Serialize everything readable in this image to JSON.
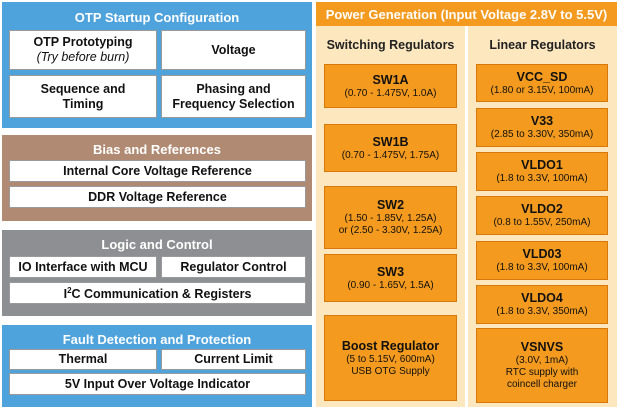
{
  "otp": {
    "title": "OTP Startup Configuration",
    "prototyping": "OTP Prototyping",
    "prototyping_sub": "(Try before burn)",
    "voltage": "Voltage",
    "sequence_line1": "Sequence and",
    "sequence_line2": "Timing",
    "phasing_line1": "Phasing and",
    "phasing_line2": "Frequency Selection"
  },
  "bias": {
    "title": "Bias and References",
    "internal": "Internal Core Voltage Reference",
    "ddr": "DDR Voltage Reference"
  },
  "logic": {
    "title": "Logic and Control",
    "io": "IO Interface with MCU",
    "regulator": "Regulator Control",
    "i2c_pre": "I",
    "i2c_sup": "2",
    "i2c_post": "C Communication & Registers"
  },
  "fault": {
    "title": "Fault Detection and Protection",
    "thermal": "Thermal",
    "current": "Current Limit",
    "overvoltage": "5V Input Over Voltage Indicator"
  },
  "power": {
    "title": "Power Generation (Input Voltage 2.8V to 5.5V)",
    "switching_header": "Switching Regulators",
    "linear_header": "Linear Regulators",
    "switching": [
      {
        "name": "SW1A",
        "lines": [
          "(0.70 - 1.475V, 1.0A)"
        ]
      },
      {
        "name": "SW1B",
        "lines": [
          "(0.70 - 1.475V, 1.75A)"
        ]
      },
      {
        "name": "SW2",
        "lines": [
          "(1.50 - 1.85V, 1.25A)",
          "or (2.50 - 3.30V, 1.25A)"
        ]
      },
      {
        "name": "SW3",
        "lines": [
          "(0.90 - 1.65V, 1.5A)"
        ]
      },
      {
        "name": "Boost Regulator",
        "lines": [
          "(5 to 5.15V, 600mA)",
          "USB OTG Supply"
        ]
      }
    ],
    "linear": [
      {
        "name": "VCC_SD",
        "lines": [
          "(1.80 or 3.15V, 100mA)"
        ]
      },
      {
        "name": "V33",
        "lines": [
          "(2.85 to 3.30V, 350mA)"
        ]
      },
      {
        "name": "VLDO1",
        "lines": [
          "(1.8 to 3.3V, 100mA)"
        ]
      },
      {
        "name": "VLDO2",
        "lines": [
          "(0.8 to 1.55V, 250mA)"
        ]
      },
      {
        "name": "VLD03",
        "lines": [
          "(1.8 to 3.3V, 100mA)"
        ]
      },
      {
        "name": "VLDO4",
        "lines": [
          "(1.8 to 3.3V, 350mA)"
        ]
      },
      {
        "name": "VSNVS",
        "lines": [
          "(3.0V, 1mA)",
          "RTC supply with",
          "coincell charger"
        ]
      }
    ]
  },
  "colors": {
    "otp_panel": "#4fa3dc",
    "bias_panel": "#b08a72",
    "logic_panel": "#8d8f93",
    "fault_panel": "#4fa3dc",
    "power_panel": "#fde7bf",
    "power_header": "#f39a1f",
    "regulator_box": "#f39a1f"
  }
}
